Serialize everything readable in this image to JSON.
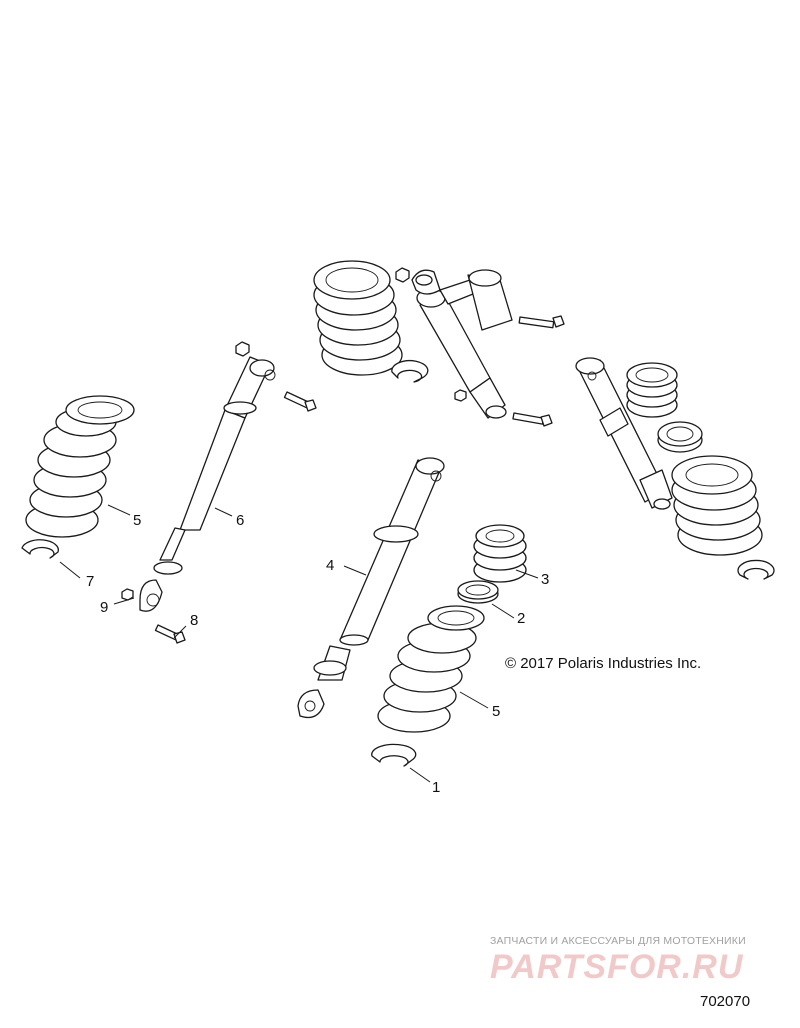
{
  "diagram": {
    "callouts": [
      {
        "id": "1",
        "label": "1"
      },
      {
        "id": "2",
        "label": "2"
      },
      {
        "id": "3",
        "label": "3"
      },
      {
        "id": "4",
        "label": "4"
      },
      {
        "id": "5a",
        "label": "5"
      },
      {
        "id": "5b",
        "label": "5"
      },
      {
        "id": "6",
        "label": "6"
      },
      {
        "id": "7",
        "label": "7"
      },
      {
        "id": "8",
        "label": "8"
      },
      {
        "id": "9",
        "label": "9"
      }
    ],
    "copyright": "© 2017 Polaris Industries Inc.",
    "figure_number": "702070"
  },
  "watermark": {
    "tagline": "ЗАПЧАСТИ И АКСЕССУАРЫ ДЛЯ МОТОТЕХНИКИ",
    "brand": "PARTSFOR.RU"
  }
}
